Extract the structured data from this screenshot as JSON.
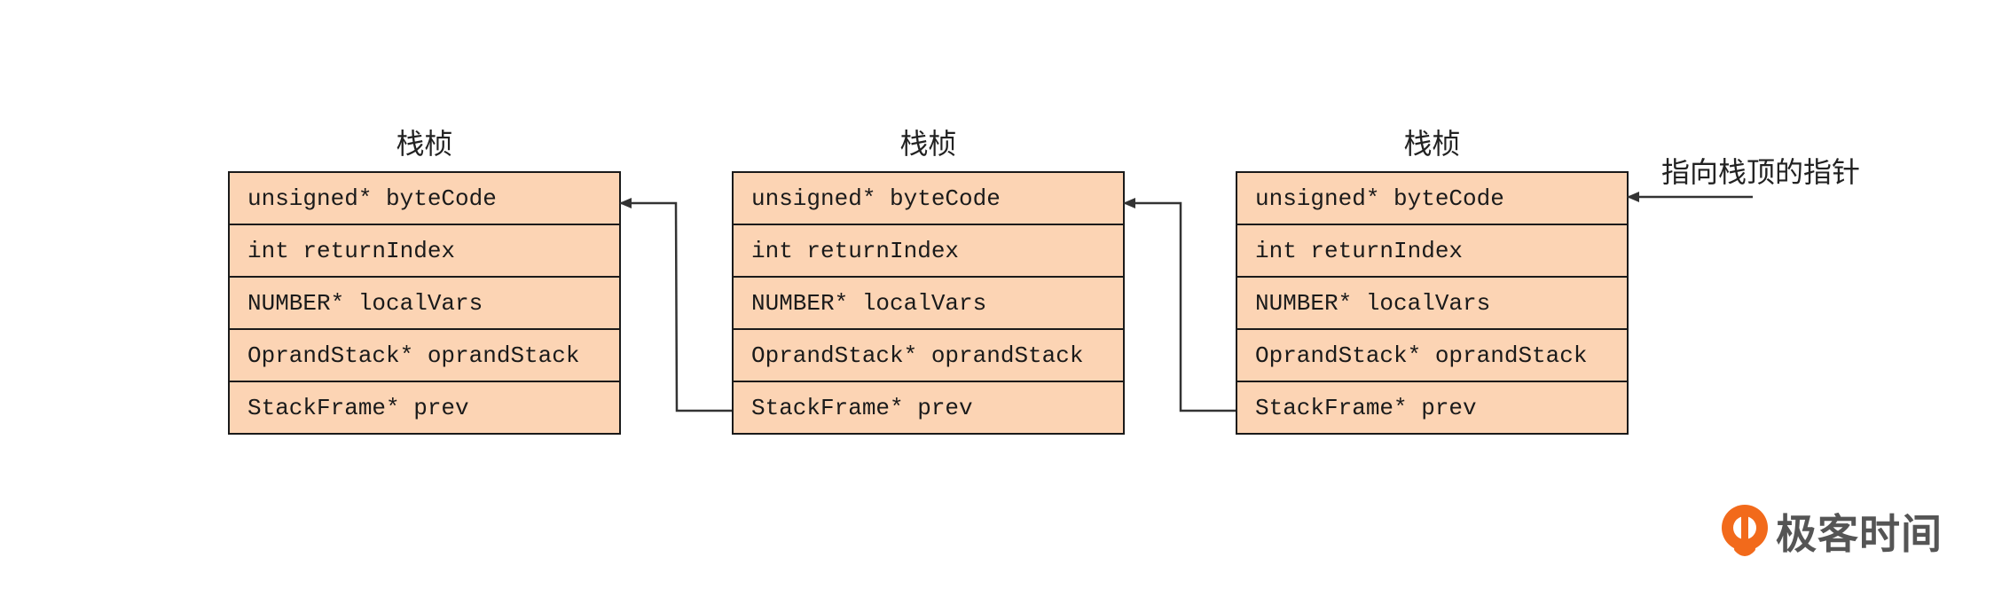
{
  "frames": [
    {
      "title": "栈桢",
      "fields": [
        "unsigned* byteCode",
        "int returnIndex",
        "NUMBER* localVars",
        "OprandStack* oprandStack",
        "StackFrame* prev"
      ]
    },
    {
      "title": "栈桢",
      "fields": [
        "unsigned* byteCode",
        "int returnIndex",
        "NUMBER* localVars",
        "OprandStack* oprandStack",
        "StackFrame* prev"
      ]
    },
    {
      "title": "栈桢",
      "fields": [
        "unsigned* byteCode",
        "int returnIndex",
        "NUMBER* localVars",
        "OprandStack* oprandStack",
        "StackFrame* prev"
      ]
    }
  ],
  "top_pointer_label": "指向栈顶的指针",
  "logo": {
    "text": "极客时间",
    "icon": "geektime-logo-icon",
    "color": "#f26a1b"
  },
  "colors": {
    "frame_fill": "#fcd4b4",
    "stroke": "#1a1a1a",
    "arrow": "#333333"
  }
}
